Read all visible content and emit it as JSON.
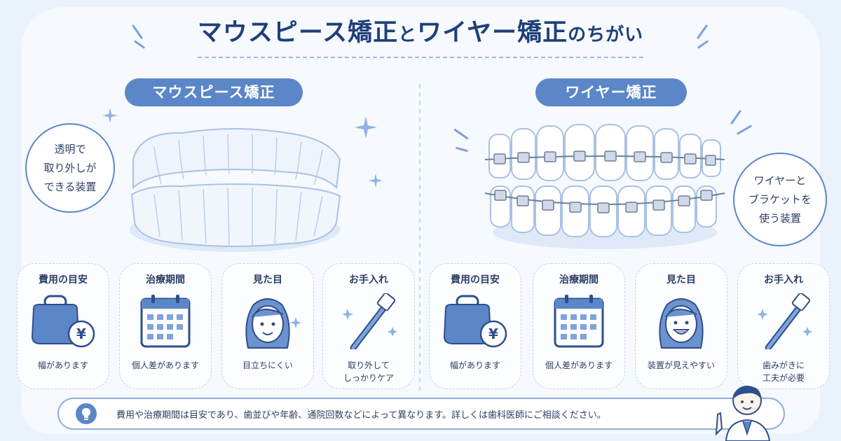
{
  "title": {
    "part1": "マウスピース矯正",
    "part2": "と",
    "part3": "ワイヤー矯正",
    "part4": "のちがい"
  },
  "left": {
    "label": "マウスピース矯正",
    "bubble": "透明で\n取り外しが\nできる装置",
    "cards": [
      {
        "title": "費用の目安",
        "desc": "幅があります",
        "icon": "coin-purse-icon"
      },
      {
        "title": "治療期間",
        "desc": "個人差があります",
        "icon": "calendar-icon"
      },
      {
        "title": "見た目",
        "desc": "目立ちにくい",
        "icon": "woman-face-icon"
      },
      {
        "title": "お手入れ",
        "desc": "取り外して\nしっかりケア",
        "icon": "toothbrush-icon"
      }
    ]
  },
  "right": {
    "label": "ワイヤー矯正",
    "bubble": "ワイヤーと\nブラケットを\n使う装置",
    "cards": [
      {
        "title": "費用の目安",
        "desc": "幅があります",
        "icon": "coin-purse-icon"
      },
      {
        "title": "治療期間",
        "desc": "個人差があります",
        "icon": "calendar-icon"
      },
      {
        "title": "見た目",
        "desc": "装置が見えやすい",
        "icon": "woman-face-braces-icon"
      },
      {
        "title": "お手入れ",
        "desc": "歯みがきに\n工夫が必要",
        "icon": "toothbrush-icon"
      }
    ]
  },
  "currency_symbol": "¥",
  "note": "費用や治療期間は目安であり、歯並びや年齢、通院回数などによって異なります。詳しくは歯科医師にご相談ください。",
  "colors": {
    "accent": "#5b86c8",
    "title": "#1f3f7a",
    "background": "#eaf2fb"
  }
}
